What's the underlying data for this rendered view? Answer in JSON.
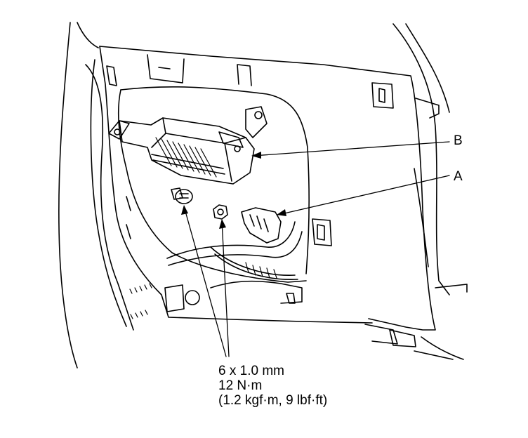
{
  "callouts": {
    "b": "B",
    "a": "A"
  },
  "fastener_spec": {
    "size": "6 x 1.0 mm",
    "torque_nm": "12 N·m",
    "torque_alt": "(1.2 kgf·m, 9 lbf·ft)"
  },
  "colors": {
    "line": "#000000",
    "background": "#ffffff"
  }
}
